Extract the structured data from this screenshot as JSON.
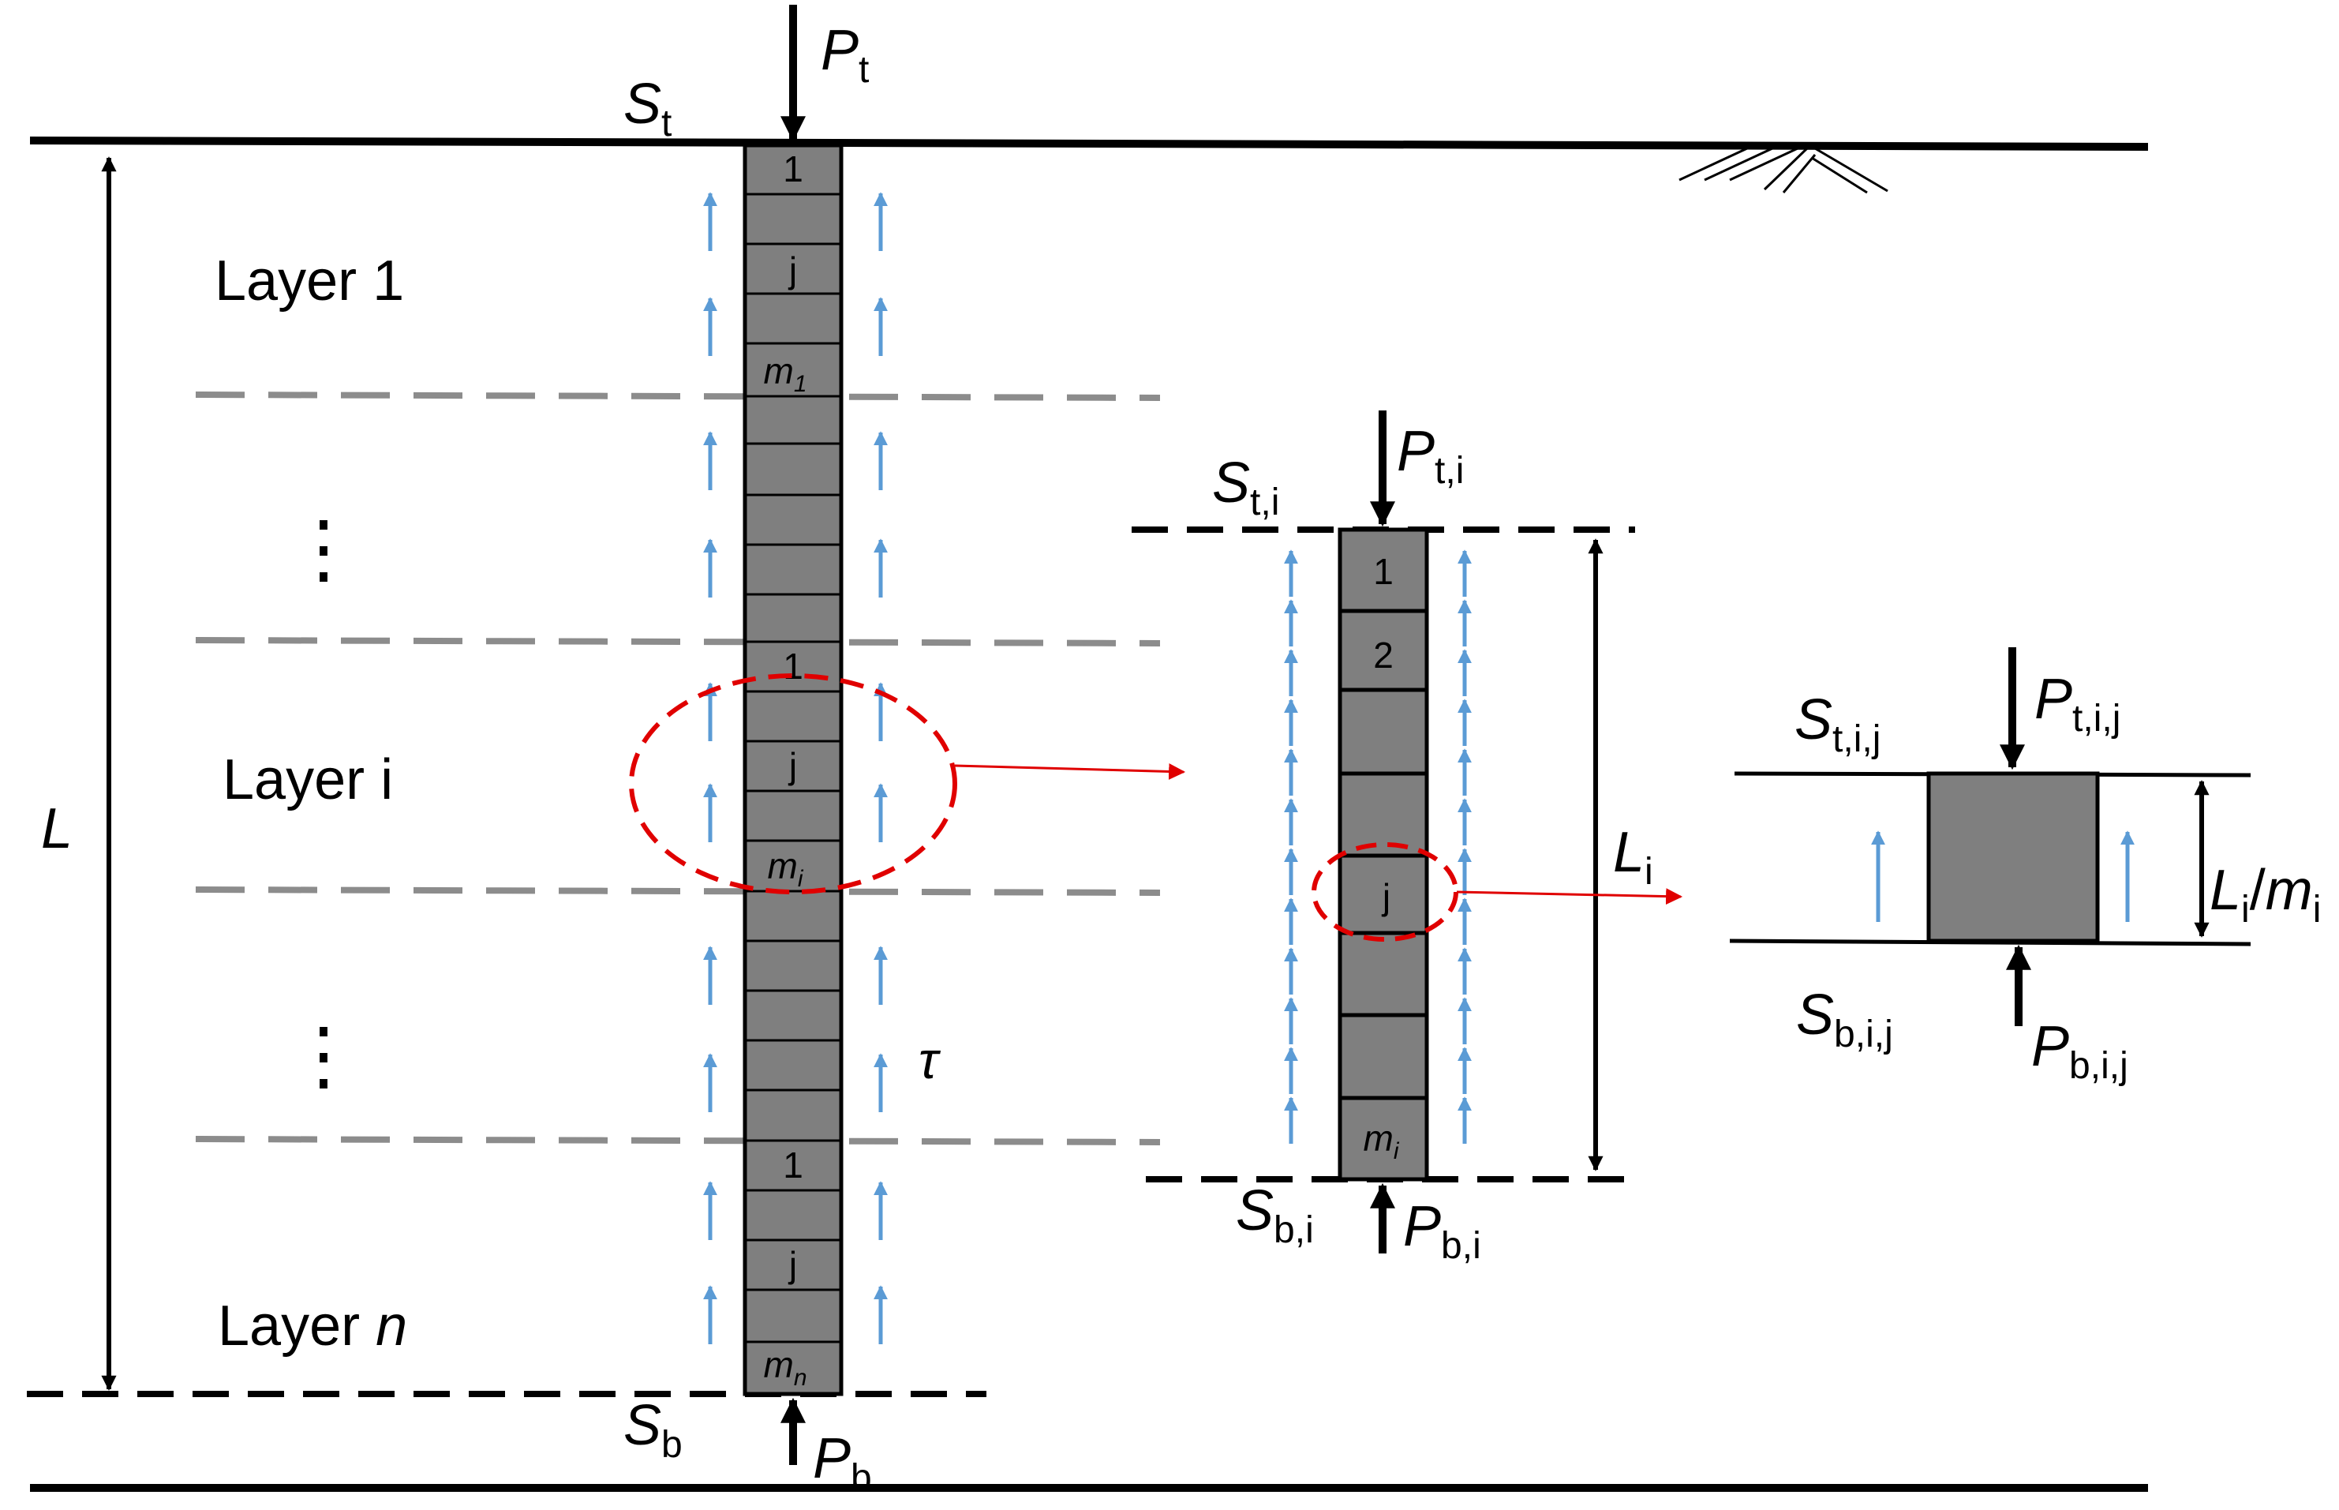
{
  "main_pile": {
    "top_symbol": "S",
    "top_sub": "t",
    "top_load": "P",
    "top_load_sub": "t",
    "bottom_symbol": "S",
    "bottom_sub": "b",
    "bottom_load": "P",
    "bottom_load_sub": "b",
    "length_label": "L",
    "shear_label": "τ"
  },
  "layers": [
    {
      "label_prefix": "Layer ",
      "label_suffix": "1",
      "suffix_italic": false,
      "segments": [
        "1",
        "j"
      ],
      "last_segment": "m",
      "last_segment_sub": "1"
    },
    {
      "label_prefix": "Layer ",
      "label_suffix": "i",
      "suffix_italic": false,
      "segments": [
        "1",
        "j"
      ],
      "last_segment": "m",
      "last_segment_sub": "i"
    },
    {
      "label_prefix": "Layer ",
      "label_suffix": "n",
      "suffix_italic": true,
      "segments": [
        "1",
        "j"
      ],
      "last_segment": "m",
      "last_segment_sub": "n"
    }
  ],
  "ellipsis": "⋮",
  "layer_detail": {
    "top_symbol": "S",
    "top_sub": "t,i",
    "top_load": "P",
    "top_load_sub": "t,i",
    "bottom_symbol": "S",
    "bottom_sub": "b,i",
    "bottom_load": "P",
    "bottom_load_sub": "b,i",
    "length_label": "L",
    "length_sub": "i",
    "segments": [
      "1",
      "2",
      "j"
    ],
    "last_segment": "m",
    "last_segment_sub": "i"
  },
  "element_detail": {
    "top_symbol": "S",
    "top_sub": "t,i,j",
    "top_load": "P",
    "top_load_sub": "t,i,j",
    "bottom_symbol": "S",
    "bottom_sub": "b,i,j",
    "bottom_load": "P",
    "bottom_load_sub": "b,i,j",
    "length_num": "L",
    "length_num_sub": "i",
    "length_slash": "/",
    "length_den": "m",
    "length_den_sub": "i"
  },
  "colors": {
    "pile_fill": "#7f7f7f",
    "shear_arrow": "#5b9bd5",
    "layer_divider": "#8c8c8c",
    "zoom_marker": "#e00000",
    "line": "#000000"
  }
}
